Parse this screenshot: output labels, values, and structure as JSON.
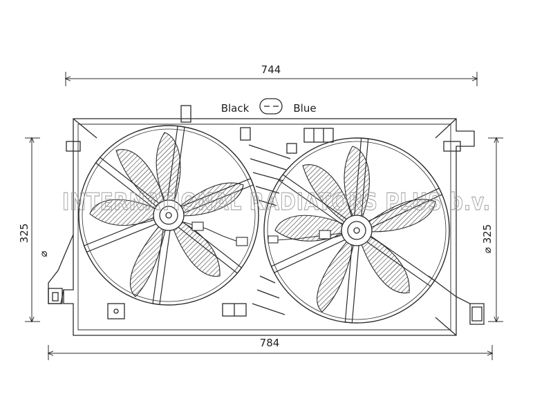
{
  "dimensions": {
    "top_width": "744",
    "bottom_width": "784",
    "left_height": "325",
    "left_symbol": "⌀",
    "right_diameter": "⌀ 325"
  },
  "connector": {
    "left_label": "Black",
    "right_label": "Blue"
  },
  "watermark": {
    "text": "INTERNATIONAL RADIATORS PLUS b.v."
  },
  "colors": {
    "line": "#2a2a2a",
    "watermark": "#9a9a9a"
  }
}
